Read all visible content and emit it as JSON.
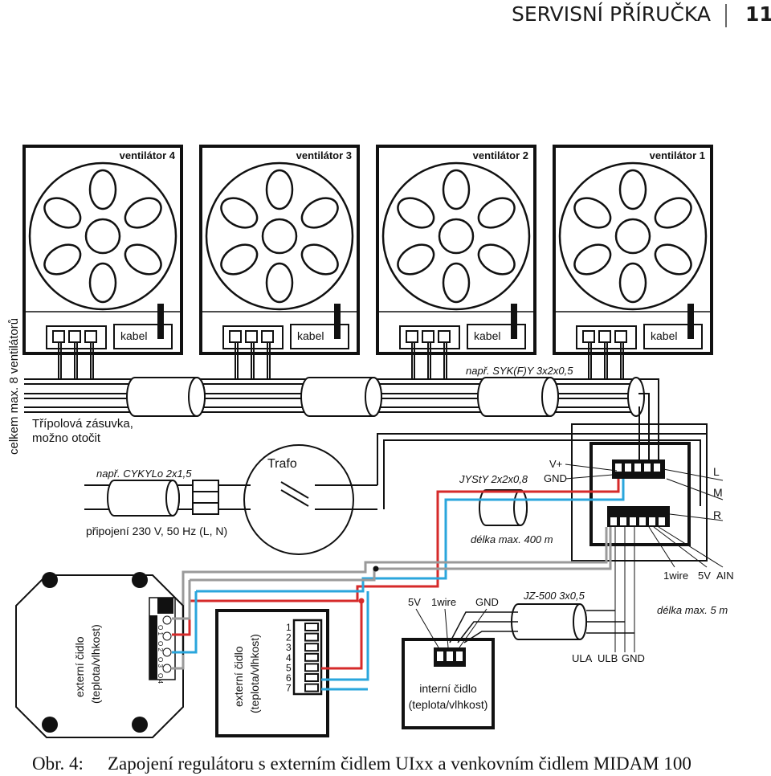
{
  "header": {
    "title": "SERVISNÍ PŘÍRUČKA",
    "page_number": "11"
  },
  "fans": [
    {
      "label": "ventilátor 4",
      "cable_label": "kabel"
    },
    {
      "label": "ventilátor 3",
      "cable_label": "kabel"
    },
    {
      "label": "ventilátor 2",
      "cable_label": "kabel"
    },
    {
      "label": "ventilátor 1",
      "cable_label": "kabel"
    }
  ],
  "labels": {
    "side_note": "celkem max. 8 ventilátorů",
    "socket_line1": "Třípolová zásuvka,",
    "socket_line2": "možno otočit",
    "syk_cable": "např. SYK(F)Y 3x2x0,5",
    "cyky_cable": "např. CYKYLo 2x1,5",
    "trafo": "Trafo",
    "mains": "připojení 230 V, 50 Hz (L, N)",
    "jysty": "JYStY 2x2x0,8",
    "vplus": "V+",
    "gnd_top": "GND",
    "len400": "délka max. 400 m",
    "term_L": "L",
    "term_M": "M",
    "term_R": "R",
    "onewire": "1wire",
    "fivev": "5V",
    "ain": "AIN",
    "jz": "JZ-500 3x0,5",
    "len5": "délka max. 5 m",
    "ula": "ULA",
    "ulb": "ULB",
    "gnd_bottom": "GND",
    "s5v": "5V",
    "s1wire": "1wire",
    "sgnd": "GND",
    "ext1_line1": "externí čidlo",
    "ext1_line2": "(teplota/vlhkost)",
    "ext2_line1": "externí čidlo",
    "ext2_line2": "(teplota/vlhkost)",
    "int_line1": "interní čidlo",
    "int_line2": "(teplota/vlhkost)",
    "term_nums": [
      "1",
      "2",
      "3",
      "4",
      "5",
      "6",
      "7"
    ],
    "module_pins": [
      "O 1",
      "O 2",
      "O 3",
      "O 4"
    ]
  },
  "caption": {
    "prefix": "Obr. 4:",
    "text": "Zapojení regulátoru s externím čidlem UIxx a venkovním čidlem MIDAM 100"
  }
}
